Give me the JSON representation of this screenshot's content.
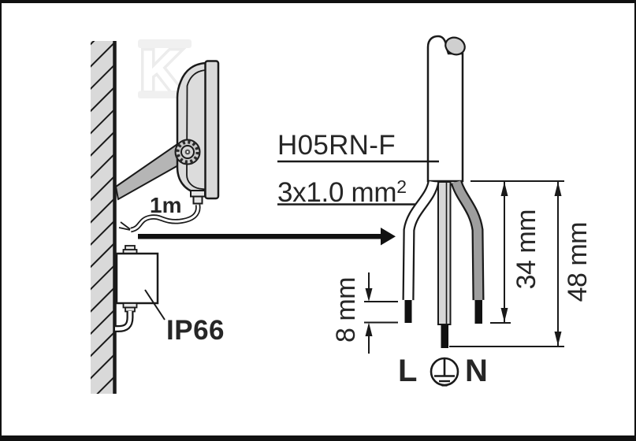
{
  "watermark": {
    "letter": "K"
  },
  "left_panel": {
    "cable_length_label": "1m",
    "junction_box_label": "IP66"
  },
  "right_panel": {
    "cable_type_label": "H05RN-F",
    "cable_size_label": "3x1.0 mm",
    "cable_size_superscript": "2",
    "strip_length_label": "8 mm",
    "outer_wires_length_label": "34 mm",
    "earth_wire_length_label": "48 mm",
    "terminal_live": "L",
    "terminal_neutral": "N",
    "earth_symbol_icon": "protective-earth"
  },
  "colors": {
    "outline": "#1a1a1a",
    "wall_fill": "#d9d9d9",
    "floodlight_fill": "#d8d8d8",
    "arm_fill": "#b5b5b5",
    "neutral_wire_fill": "#9e9e9e",
    "earth_wire_fill": "#d8d8d8",
    "live_wire_fill": "#ffffff",
    "watermark_fill": "#f0f0f0"
  }
}
